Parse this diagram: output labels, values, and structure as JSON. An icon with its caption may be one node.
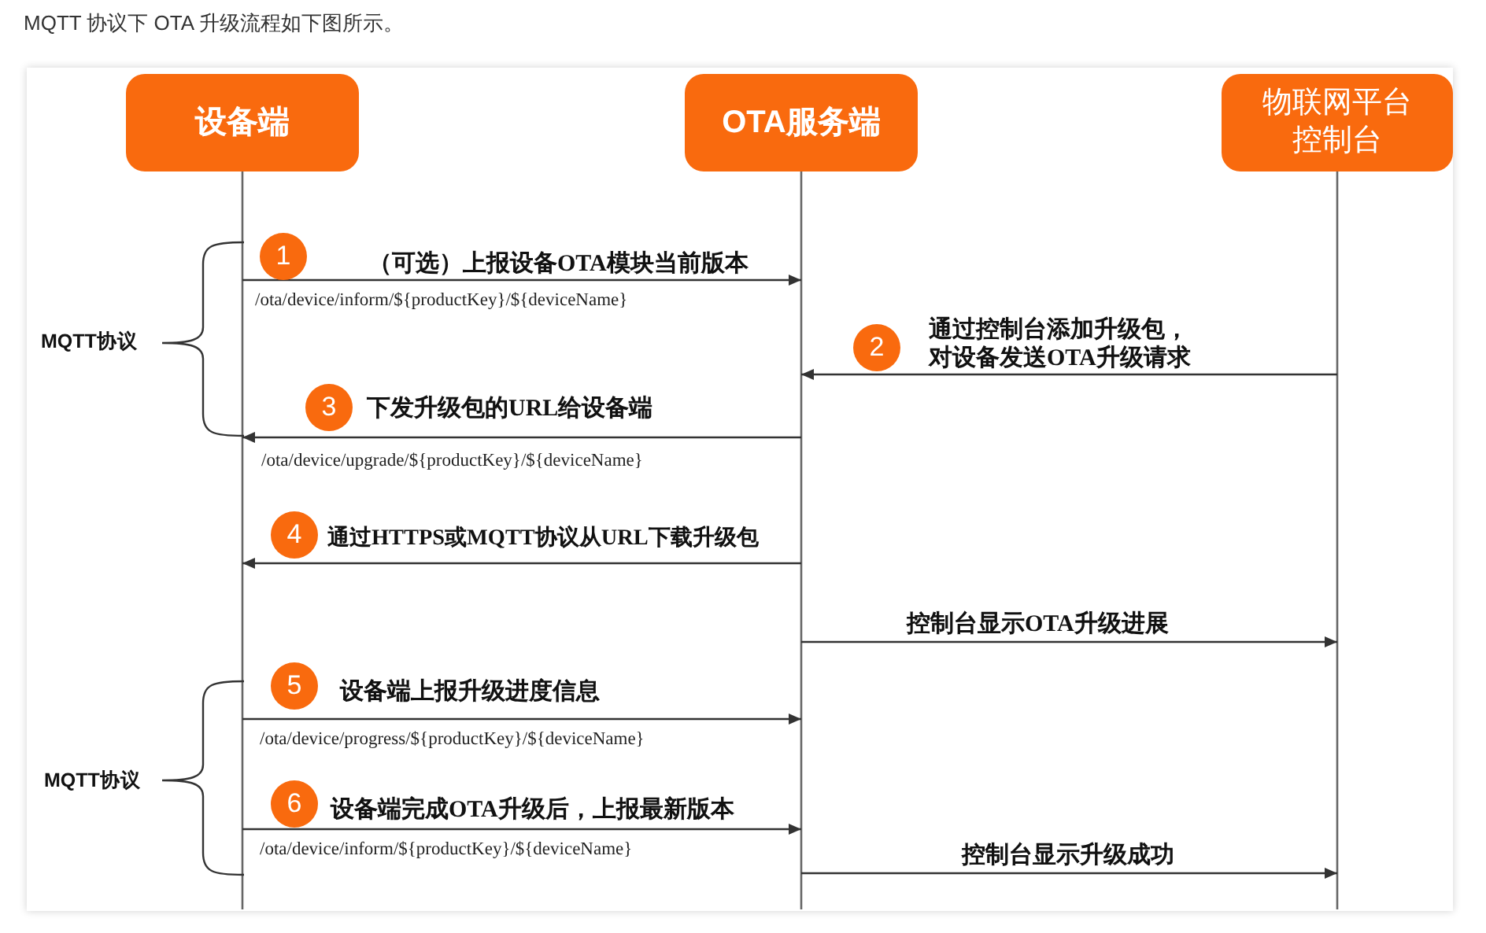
{
  "diagram": {
    "title": "MQTT 协议下 OTA 升级流程如下图所示。",
    "nodes": [
      {
        "text": [
          "设备端"
        ]
      },
      {
        "text": [
          "OTA服务端"
        ]
      },
      {
        "text": [
          "物联网平台控制台"
        ]
      }
    ],
    "edges": [
      {
        "from": 0,
        "to": 1,
        "arrow": "to",
        "label": "（可选）上报设备OTA模块当前版本"
      },
      {
        "from": 2,
        "to": 1,
        "arrow": "to",
        "label": "通过控制台添加升级包，对设备发送OTA升级请求"
      },
      {
        "from": 1,
        "to": 0,
        "arrow": "to",
        "label": "下发升级包的URL给设备端"
      },
      {
        "from": 1,
        "to": 0,
        "arrow": "to",
        "label": "通过HTTPS或MQTT协议从URL下载升级包"
      },
      {
        "from": 1,
        "to": 2,
        "arrow": "to",
        "label": "控制台显示OTA升级进展"
      },
      {
        "from": 0,
        "to": 1,
        "arrow": "to",
        "label": "设备端上报升级进度信息"
      },
      {
        "from": 0,
        "to": 1,
        "arrow": "to",
        "label": "设备端完成OTA升级后，上报最新版本"
      },
      {
        "from": 1,
        "to": 2,
        "arrow": "to",
        "label": "控制台显示升级成功"
      }
    ],
    "labels": [
      "1",
      "/ota/device/inform/${productKey}/${deviceName}",
      "MQTT协议",
      "2",
      "3",
      "/ota/device/upgrade/${productKey}/${deviceName}",
      "4",
      "5",
      "/ota/device/progress/${productKey}/${deviceName}",
      "MQTT协议",
      "6",
      "/ota/device/inform/${productKey}/${deviceName}"
    ]
  }
}
